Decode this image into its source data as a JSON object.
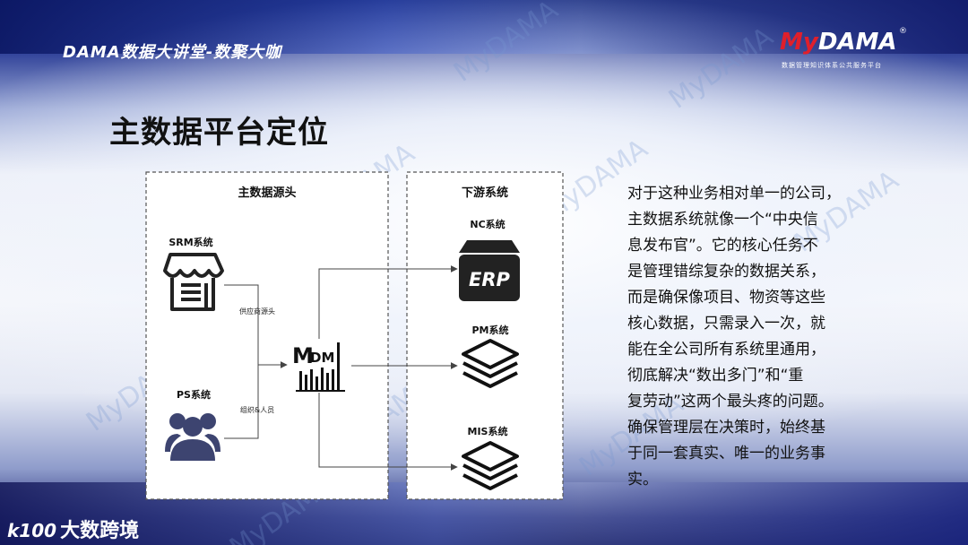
{
  "header": {
    "title": "DAMA数据大讲堂-数聚大咖"
  },
  "logo": {
    "brand_a": "My",
    "brand_b": "DAMA",
    "reg": "®",
    "subtitle": "数据管理知识体系公共服务平台"
  },
  "watermark": "MyDAMA",
  "page_title": "主数据平台定位",
  "diagram": {
    "left_box_title": "主数据源头",
    "right_box_title": "下游系统",
    "sources": [
      {
        "label": "SRM系统",
        "icon": "store-icon"
      },
      {
        "label": "PS系统",
        "icon": "users-icon"
      }
    ],
    "edge_labels": [
      "供应商源头",
      "组织&人员"
    ],
    "hub": {
      "label_m": "M",
      "label_dm": "DM",
      "icon": "mdm-icon"
    },
    "targets": [
      {
        "label": "NC系统",
        "icon": "erp-box-icon",
        "icon_text": "ERP"
      },
      {
        "label": "PM系统",
        "icon": "layers-icon"
      },
      {
        "label": "MIS系统",
        "icon": "layers-icon"
      }
    ]
  },
  "body_lines": [
    "对于这种业务相对单一的公司，",
    "主数据系统就像一个“中央信",
    "息发布官”。它的核心任务不",
    "是管理错综复杂的数据关系，",
    "而是确保像项目、物资等这些",
    "核心数据，只需录入一次，就",
    "能在全公司所有系统里通用，",
    "彻底解决“数出多门”和“重",
    "复劳动”这两个最头疼的问题。",
    "确保管理层在决策时，始终基",
    "于同一套真实、唯一的业务事",
    "实。"
  ],
  "bottom_logo": {
    "mark": "k100",
    "text": "大数跨境"
  },
  "colors": {
    "accent_red": "#e01f2b",
    "icon_dark": "#222222",
    "users_icon": "#3d4470",
    "dashed": "#555555"
  }
}
